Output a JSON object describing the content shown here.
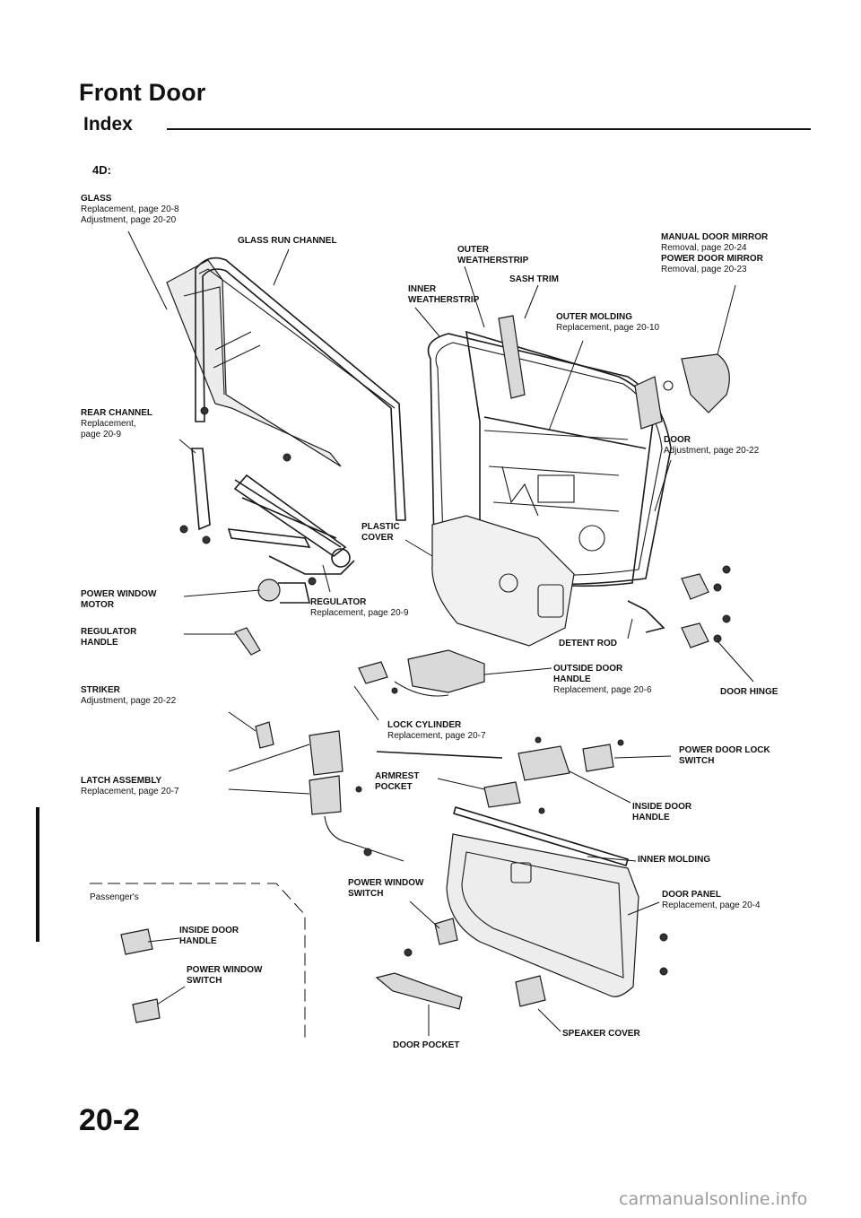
{
  "header": {
    "title": "Front Door",
    "subtitle": "Index",
    "section": "4D:"
  },
  "labels": {
    "glass": {
      "name": "GLASS",
      "lines": [
        "Replacement, page 20-8",
        "Adjustment, page 20-20"
      ]
    },
    "glass_run_channel": {
      "name": "GLASS RUN CHANNEL"
    },
    "outer_weatherstrip": {
      "name": "OUTER",
      "name2": "WEATHERSTRIP"
    },
    "inner_weatherstrip": {
      "name": "INNER",
      "name2": "WEATHERSTRIP"
    },
    "sash_trim": {
      "name": "SASH TRIM"
    },
    "manual_mirror": {
      "name": "MANUAL DOOR MIRROR",
      "line1": "Removal, page 20-24",
      "name2": "POWER DOOR MIRROR",
      "line2": "Removal, page 20-23"
    },
    "outer_molding": {
      "name": "OUTER MOLDING",
      "line": "Replacement, page 20-10"
    },
    "rear_channel": {
      "name": "REAR CHANNEL",
      "line1": "Replacement,",
      "line2": "page 20-9"
    },
    "door": {
      "name": "DOOR",
      "line": "Adjustment, page 20-22"
    },
    "plastic_cover": {
      "name": "PLASTIC",
      "name2": "COVER"
    },
    "power_window_motor": {
      "name": "POWER WINDOW",
      "name2": "MOTOR"
    },
    "regulator": {
      "name": "REGULATOR",
      "line": "Replacement, page 20-9"
    },
    "regulator_handle": {
      "name": "REGULATOR",
      "name2": "HANDLE"
    },
    "detent_rod": {
      "name": "DETENT ROD"
    },
    "outside_door_handle": {
      "name": "OUTSIDE DOOR",
      "name2": "HANDLE",
      "line": "Replacement, page 20-6"
    },
    "door_hinge": {
      "name": "DOOR HINGE"
    },
    "striker": {
      "name": "STRIKER",
      "line": "Adjustment, page 20-22"
    },
    "lock_cylinder": {
      "name": "LOCK CYLINDER",
      "line": "Replacement, page 20-7"
    },
    "power_door_lock_switch": {
      "name": "POWER DOOR LOCK",
      "name2": "SWITCH"
    },
    "latch_assembly": {
      "name": "LATCH ASSEMBLY",
      "line": "Replacement, page 20-7"
    },
    "armrest_pocket": {
      "name": "ARMREST",
      "name2": "POCKET"
    },
    "inside_door_handle": {
      "name": "INSIDE DOOR",
      "name2": "HANDLE"
    },
    "inner_molding": {
      "name": "INNER MOLDING"
    },
    "power_window_switch": {
      "name": "POWER WINDOW",
      "name2": "SWITCH"
    },
    "door_panel": {
      "name": "DOOR PANEL",
      "line": "Replacement, page 20-4"
    },
    "passengers": {
      "name": "Passenger's"
    },
    "pass_inside_handle": {
      "name": "INSIDE DOOR",
      "name2": "HANDLE"
    },
    "pass_window_switch": {
      "name": "POWER WINDOW",
      "name2": "SWITCH"
    },
    "speaker_cover": {
      "name": "SPEAKER COVER"
    },
    "door_pocket": {
      "name": "DOOR POCKET"
    }
  },
  "footer": {
    "page_number": "20-2",
    "watermark": "carmanualsonline.info"
  }
}
